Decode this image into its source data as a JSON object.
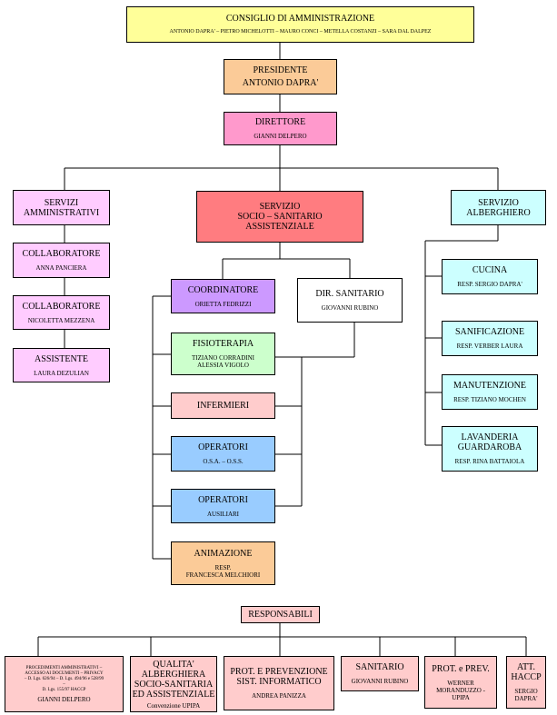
{
  "colors": {
    "yellow": "#ffff99",
    "peach": "#fbcb98",
    "pink": "#ff99cc",
    "lilac": "#ffccff",
    "red": "#ff7c80",
    "cyan": "#ccffff",
    "purple": "#cc99ff",
    "green": "#ccffcc",
    "rose": "#ffcccc",
    "blue": "#99ccff",
    "line": "#000000"
  },
  "consiglio": {
    "title": "CONSIGLIO DI AMMINISTRAZIONE",
    "members": "ANTONIO DAPRA' – PIETRO MICHELOTTI – MAURO CONCI – METELLA COSTANZI – SARA DAL DALPEZ"
  },
  "presidente": {
    "title": "PRESIDENTE",
    "name": "ANTONIO DAPRA'"
  },
  "direttore": {
    "title": "DIRETTORE",
    "name": "GIANNI DELPERO"
  },
  "servizi_amministrativi": {
    "title": "SERVIZI\nAMMINISTRATIVI"
  },
  "servizio_socio": {
    "title": "SERVIZIO\nSOCIO – SANITARIO\nASSISTENZIALE"
  },
  "servizio_alberghiero": {
    "title": "SERVIZIO\nALBERGHIERO"
  },
  "admin_staff": [
    {
      "title": "COLLABORATORE",
      "name": "ANNA PANCIERA"
    },
    {
      "title": "COLLABORATORE",
      "name": "NICOLETTA MEZZENA"
    },
    {
      "title": "ASSISTENTE",
      "name": "LAURA DEZULIAN"
    }
  ],
  "coordinatore": {
    "title": "COORDINATORE",
    "name": "ORIETTA FEDRIZZI"
  },
  "dir_sanitario": {
    "title": "DIR. SANITARIO",
    "name": "GIOVANNI RUBINO"
  },
  "fisioterapia": {
    "title": "FISIOTERAPIA",
    "name": "TIZIANO CORRADINI\nALESSIA VIGOLO"
  },
  "infermieri": {
    "title": "INFERMIERI"
  },
  "operatori_osa": {
    "title": "OPERATORI",
    "name": "O.S.A. – O.S.S."
  },
  "operatori_ausiliari": {
    "title": "OPERATORI",
    "name": "AUSILIARI"
  },
  "animazione": {
    "title": "ANIMAZIONE",
    "name": "RESP.\nFRANCESCA MELCHIORI"
  },
  "alberghiero_staff": [
    {
      "title": "CUCINA",
      "name": "RESP. SERGIO DAPRA'"
    },
    {
      "title": "SANIFICAZIONE",
      "name": "RESP. VERBER LAURA"
    },
    {
      "title": "MANUTENZIONE",
      "name": "RESP. TIZIANO MOCHEN"
    },
    {
      "title": "LAVANDERIA\nGUARDAROBA",
      "name": "RESP. RINA BATTAIOLA"
    }
  ],
  "responsabili": {
    "title": "RESPONSABILI"
  },
  "resp_procedimenti": {
    "text": "PROCEDIMENTI AMMINISTRATIVI –\nACCESSO AI DOCUMENTI – PRIVACY\n– D. Lgs. 626/94 – D. Lgs. 494/96 e 528/99\n–\nD. Lgs. 155/97 HACCP",
    "name": "GIANNI DELPERO"
  },
  "resp_qualita": {
    "title": "QUALITA'\nALBERGHIERA\nSOCIO-SANITARIA\nED ASSISTENZIALE",
    "name": "Convenzione UPIPA"
  },
  "resp_prot_sist": {
    "title": "PROT. E PREVENZIONE\nSIST. INFORMATICO",
    "name": "ANDREA PANIZZA"
  },
  "resp_sanitario": {
    "title": "SANITARIO",
    "name": "GIOVANNI RUBINO"
  },
  "resp_prot_prev": {
    "title": "PROT. e PREV.",
    "name": "WERNER\nMORANDUZZO -\nUPIPA"
  },
  "resp_haccp": {
    "title": "ATT.\nHACCP",
    "name": "SERGIO\nDAPRA'"
  }
}
